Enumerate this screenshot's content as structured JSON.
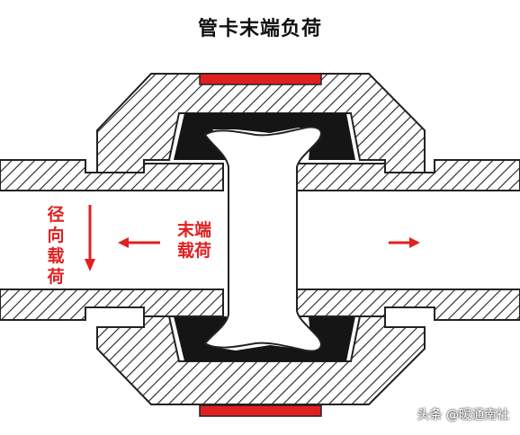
{
  "title": "管卡末端负荷",
  "labels": {
    "radial_load": "径向载荷",
    "end_load_line1": "末端",
    "end_load_line2": "载荷"
  },
  "watermark": "头条 @暖通南社",
  "colors": {
    "accent_red": "#e02020",
    "hatch": "#222222",
    "seal": "#151515"
  }
}
